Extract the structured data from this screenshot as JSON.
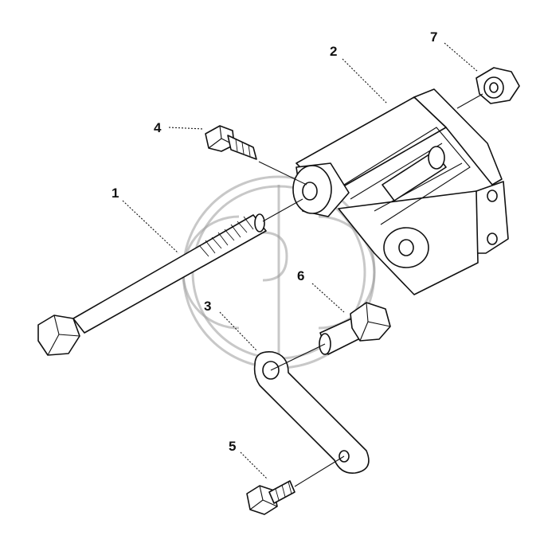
{
  "diagram": {
    "callouts": [
      {
        "id": "1",
        "label": "1"
      },
      {
        "id": "2",
        "label": "2"
      },
      {
        "id": "3",
        "label": "3"
      },
      {
        "id": "4",
        "label": "4"
      },
      {
        "id": "5",
        "label": "5"
      },
      {
        "id": "6",
        "label": "6"
      },
      {
        "id": "7",
        "label": "7"
      }
    ],
    "parts": [
      {
        "callout": "1",
        "kind": "long-hex-bolt"
      },
      {
        "callout": "2",
        "kind": "mounting-bracket"
      },
      {
        "callout": "3",
        "kind": "adjusting-link"
      },
      {
        "callout": "4",
        "kind": "hex-bolt"
      },
      {
        "callout": "5",
        "kind": "hex-bolt"
      },
      {
        "callout": "6",
        "kind": "hex-bolt"
      },
      {
        "callout": "7",
        "kind": "hex-nut"
      }
    ],
    "watermark": {
      "kind": "circular-logo",
      "color": "#9a9a9a"
    }
  }
}
